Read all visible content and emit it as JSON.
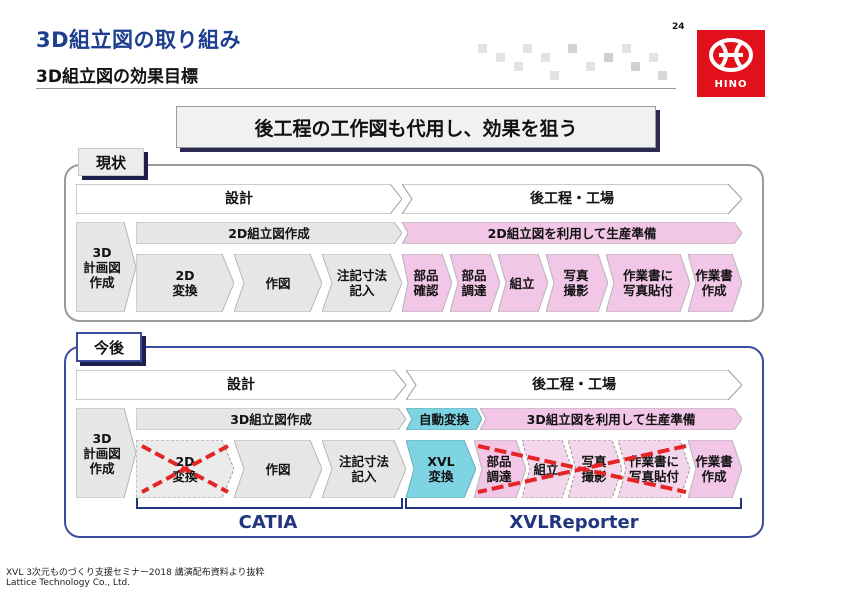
{
  "header": {
    "title": "3D組立図の取り組み",
    "subtitle": "3D組立図の効果目標",
    "page_number": "24",
    "logo_text": "HINO"
  },
  "banner": "後工程の工作図も代用し、効果を狙う",
  "current": {
    "label": "現状",
    "design": "設計",
    "downstream": "後工程・工場",
    "planning": "3D\n計画図\n作成",
    "drawing_bar": "2D組立図作成",
    "usage_bar": "2D組立図を利用して生産準備",
    "steps": [
      "2D\n変換",
      "作図",
      "注記寸法\n記入"
    ],
    "down_steps": [
      "部品\n確認",
      "部品\n調達",
      "組立",
      "写真\n撮影",
      "作業書に\n写真貼付",
      "作業書\n作成"
    ]
  },
  "future": {
    "label": "今後",
    "design": "設計",
    "downstream": "後工程・工場",
    "planning": "3D\n計画図\n作成",
    "drawing_bar": "3D組立図作成",
    "auto_bar": "自動変換",
    "usage_bar": "3D組立図を利用して生産準備",
    "steps": [
      "2D\n変換",
      "作図",
      "注記寸法\n記入"
    ],
    "xvl_step": "XVL\n変換",
    "down_steps": [
      "部品\n調達",
      "組立",
      "写真\n撮影",
      "作業書に\n写真貼付",
      "作業書\n作成"
    ],
    "tool_left": "CATIA",
    "tool_right": "XVLReporter"
  },
  "footer": {
    "line1": "XVL 3次元ものづくり支援セミナー2018 講演配布資料より抜粋",
    "line2": "Lattice Technology Co., Ltd."
  },
  "colors": {
    "title_blue": "#1e3f8f",
    "pink": "#f2c6e6",
    "grey_step": "#e6e6e6",
    "cyan": "#7fd4e4",
    "cross_red": "#e42525",
    "logo_red": "#e1101b"
  }
}
